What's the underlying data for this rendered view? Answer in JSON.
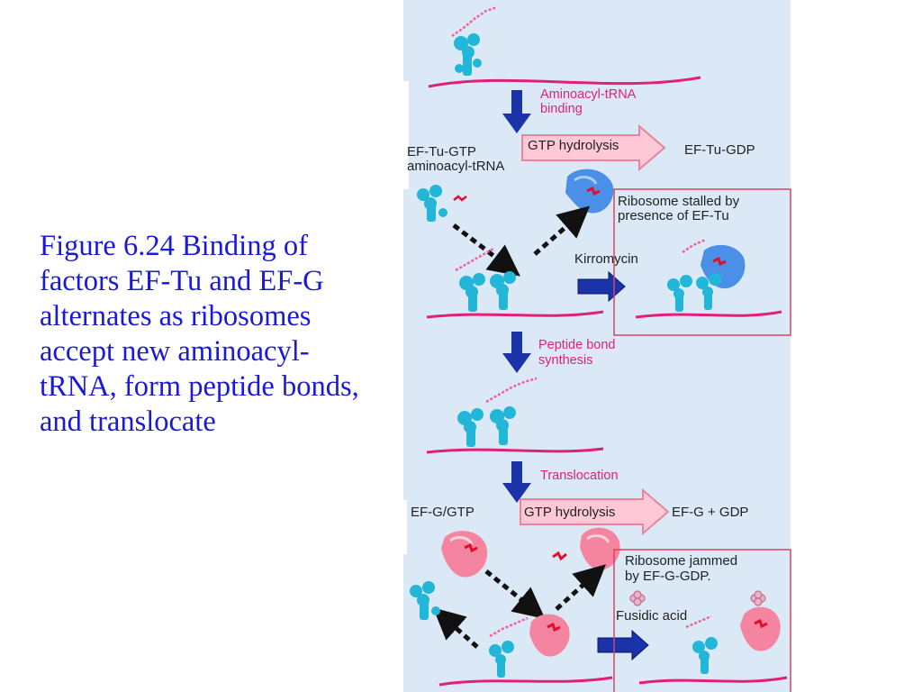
{
  "caption": "Figure 6.24 Binding of factors EF-Tu and EF-G alternates as ribosomes accept new aminoacyl-tRNA, form peptide bonds, and translocate",
  "colors": {
    "panel_bg": "#dbe9f7",
    "mrna": "#e0217a",
    "trna": "#22b7d8",
    "peptide": "#f0609a",
    "down_arrow": "#1a33a8",
    "step_label": "#e0217a",
    "hydrolysis_fill": "#ffc8d6",
    "hydrolysis_stroke": "#e8849c",
    "box_border": "#d5475f",
    "ef_tu": "#4a90e8",
    "ef_g": "#f4849f",
    "gtp_dot": "#e0102a",
    "caption": "#1a1ad6",
    "label": "#222222"
  },
  "stages": {
    "binding": {
      "step_label": [
        "Aminoacyl-tRNA",
        "binding"
      ],
      "left_label": [
        "EF-Tu-GTP",
        "aminoacyl-tRNA"
      ],
      "hydrolysis_label": "GTP hydrolysis",
      "right_label": "EF-Tu-GDP",
      "inhibitor": "Kirromycin",
      "box_title": [
        "Ribosome stalled by",
        "presence of EF-Tu"
      ]
    },
    "peptide": {
      "step_label": [
        "Peptide bond",
        "synthesis"
      ]
    },
    "translocation": {
      "step_label": [
        "Translocation"
      ],
      "left_label": [
        "EF-G/GTP"
      ],
      "hydrolysis_label": "GTP hydrolysis",
      "right_label": "EF-G + GDP",
      "inhibitor": "Fusidic acid",
      "box_title": [
        "Ribosome jammed",
        "by EF-G-GDP."
      ]
    }
  }
}
